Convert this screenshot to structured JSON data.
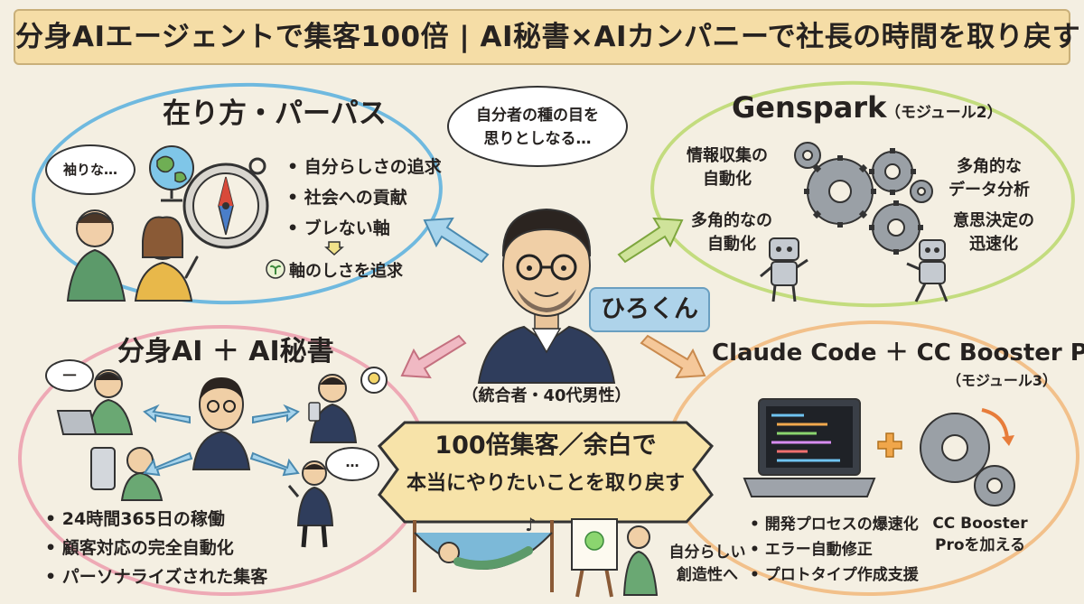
{
  "title": "分身AIエージェントで集客100倍 | AI秘書×AIカンパニーで社長の時間を取り戻す",
  "center": {
    "name_tag": "ひろくん",
    "role": "（統合者・40代男性）",
    "thought": [
      "自分者の種の目を",
      "思りとしなる…"
    ]
  },
  "purpose": {
    "heading": "在り方・パーパス",
    "bubble": "袖りな…",
    "bullets": [
      "• 自分らしさの追求",
      "• 社会への貢献",
      "• ブレない軸"
    ],
    "footer": "軸のしさを追求"
  },
  "genspark": {
    "heading": "Genspark",
    "module": "（モジュール2）",
    "labels": {
      "info": [
        "情報収集の",
        "自動化"
      ],
      "multi_auto": [
        "多角的なの",
        "自動化"
      ],
      "analysis": [
        "多角的な",
        "データ分析"
      ],
      "decision": [
        "意思決定の",
        "迅速化"
      ]
    }
  },
  "bunshin": {
    "heading": "分身AI ＋ AI秘書",
    "bubble_left": "一",
    "bubble_right": "…",
    "bullets": [
      "• 24時間365日の稼働",
      "• 顧客対応の完全自動化",
      "• パーソナライズされた集客"
    ]
  },
  "claude": {
    "heading": "Claude Code ＋ CC Booster Pro",
    "module": "（モジュール3）",
    "bullets": [
      "• 開発プロセスの爆速化",
      "• エラー自動修正",
      "• プロトタイプ作成支援"
    ],
    "booster_label": [
      "CC Booster",
      "Proを加える"
    ]
  },
  "banner": {
    "line1": "100倍集客／余白で",
    "line2": "本当にやりたいことを取り戻す"
  },
  "creative": [
    "自分らしい",
    "創造性へ"
  ],
  "colors": {
    "background": "#f4efe2",
    "title_banner": "#f5dda6",
    "purpose_oval": "#6fb9df",
    "genspark_oval": "#c3dc7e",
    "bunshin_oval": "#eea9b5",
    "claude_oval": "#f2c08a",
    "banner_fill": "#f7e3a9",
    "name_tag": "#aed3ea"
  },
  "icons": [
    "globe-icon",
    "compass-icon",
    "gear-icon",
    "robot-icon",
    "laptop-icon",
    "hammock-icon",
    "easel-icon",
    "sprout-icon",
    "down-arrow-icon",
    "smartphone-icon"
  ]
}
